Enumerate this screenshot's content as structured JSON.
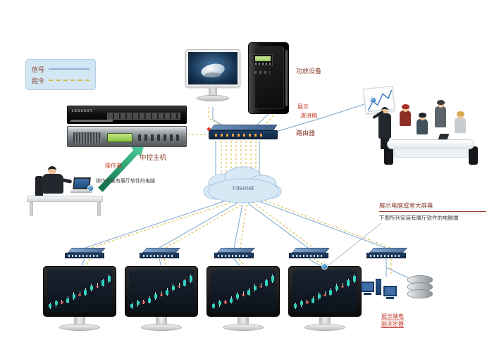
{
  "legend": {
    "signal": "信号",
    "command": "指令"
  },
  "labels": {
    "amplifier": "功放设备",
    "display": "展示",
    "speech_notes": "演讲稿",
    "router": "路由器",
    "central_host": "中控主机",
    "central_host_brand": "LESUASY",
    "operator": "操作者",
    "operator_desc": "操作安装有展厅软件的电脑",
    "internet": "Internet",
    "display_title": "展示电脑或者大屏幕",
    "display_desc": "下图所列安装有展厅软件的电脑端",
    "terminal": "展示端电脑浏览器"
  },
  "colors": {
    "signal_line": "#8fb4d4",
    "command_line": "#ddbb45",
    "legend_bg": "#d2e6f3",
    "label_maroon": "#8a3c2c",
    "label_red": "#c43c2a",
    "cloud_fill": "#d8e9f6",
    "arrow_green": "#2e9e5f",
    "candle_up": "#2fd6c0",
    "candle_down": "#e2574b"
  },
  "chart_pattern": {
    "type": "candlestick",
    "candles": [
      [
        8,
        12,
        20,
        24
      ],
      [
        14,
        18,
        26,
        30
      ],
      [
        20,
        26,
        22,
        30
      ],
      [
        22,
        24,
        34,
        38
      ],
      [
        30,
        34,
        44,
        48
      ],
      [
        38,
        44,
        40,
        50
      ],
      [
        40,
        42,
        54,
        58
      ],
      [
        50,
        54,
        64,
        68
      ],
      [
        58,
        62,
        60,
        70
      ],
      [
        62,
        64,
        76,
        80
      ],
      [
        70,
        74,
        86,
        90
      ]
    ]
  }
}
